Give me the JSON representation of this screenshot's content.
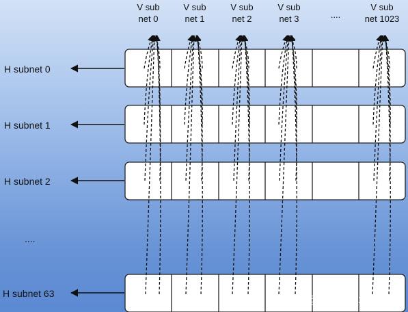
{
  "v_subnets": [
    {
      "line1": "V sub",
      "line2": "net 0"
    },
    {
      "line1": "V sub",
      "line2": "net 1"
    },
    {
      "line1": "V sub",
      "line2": "net 2"
    },
    {
      "line1": "V sub",
      "line2": "net 3"
    },
    {
      "line1": "",
      "line2": "...."
    },
    {
      "line1": "V sub",
      "line2": "net 1023"
    }
  ],
  "h_subnets": [
    {
      "label": "H subnet 0"
    },
    {
      "label": "H subnet 1"
    },
    {
      "label": "H subnet 2"
    },
    {
      "label": "...."
    },
    {
      "label": "H subnet 63"
    }
  ],
  "watermark": "CSDN @区块链技术研究员",
  "colors": {
    "line": "#111111",
    "cell_fill": "#ffffff",
    "watermark": "#ffffff"
  }
}
